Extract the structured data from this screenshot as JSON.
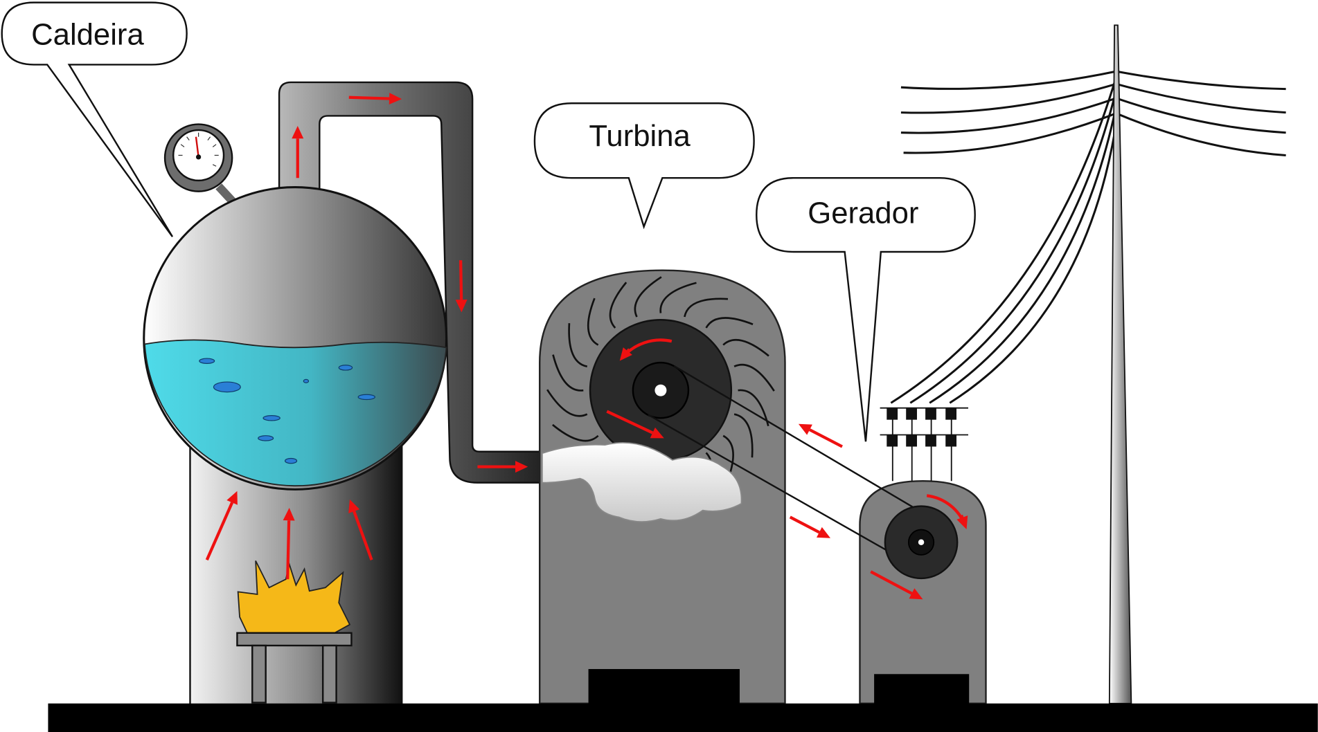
{
  "labels": {
    "boiler": "Caldeira",
    "turbine": "Turbina",
    "generator": "Gerador"
  },
  "colors": {
    "arrow": "#ee1111",
    "water": "#4fdbe9",
    "flame": "#f5b818",
    "machine": "#808080",
    "rotor": "#2a2a2a",
    "ground": "#000000"
  }
}
